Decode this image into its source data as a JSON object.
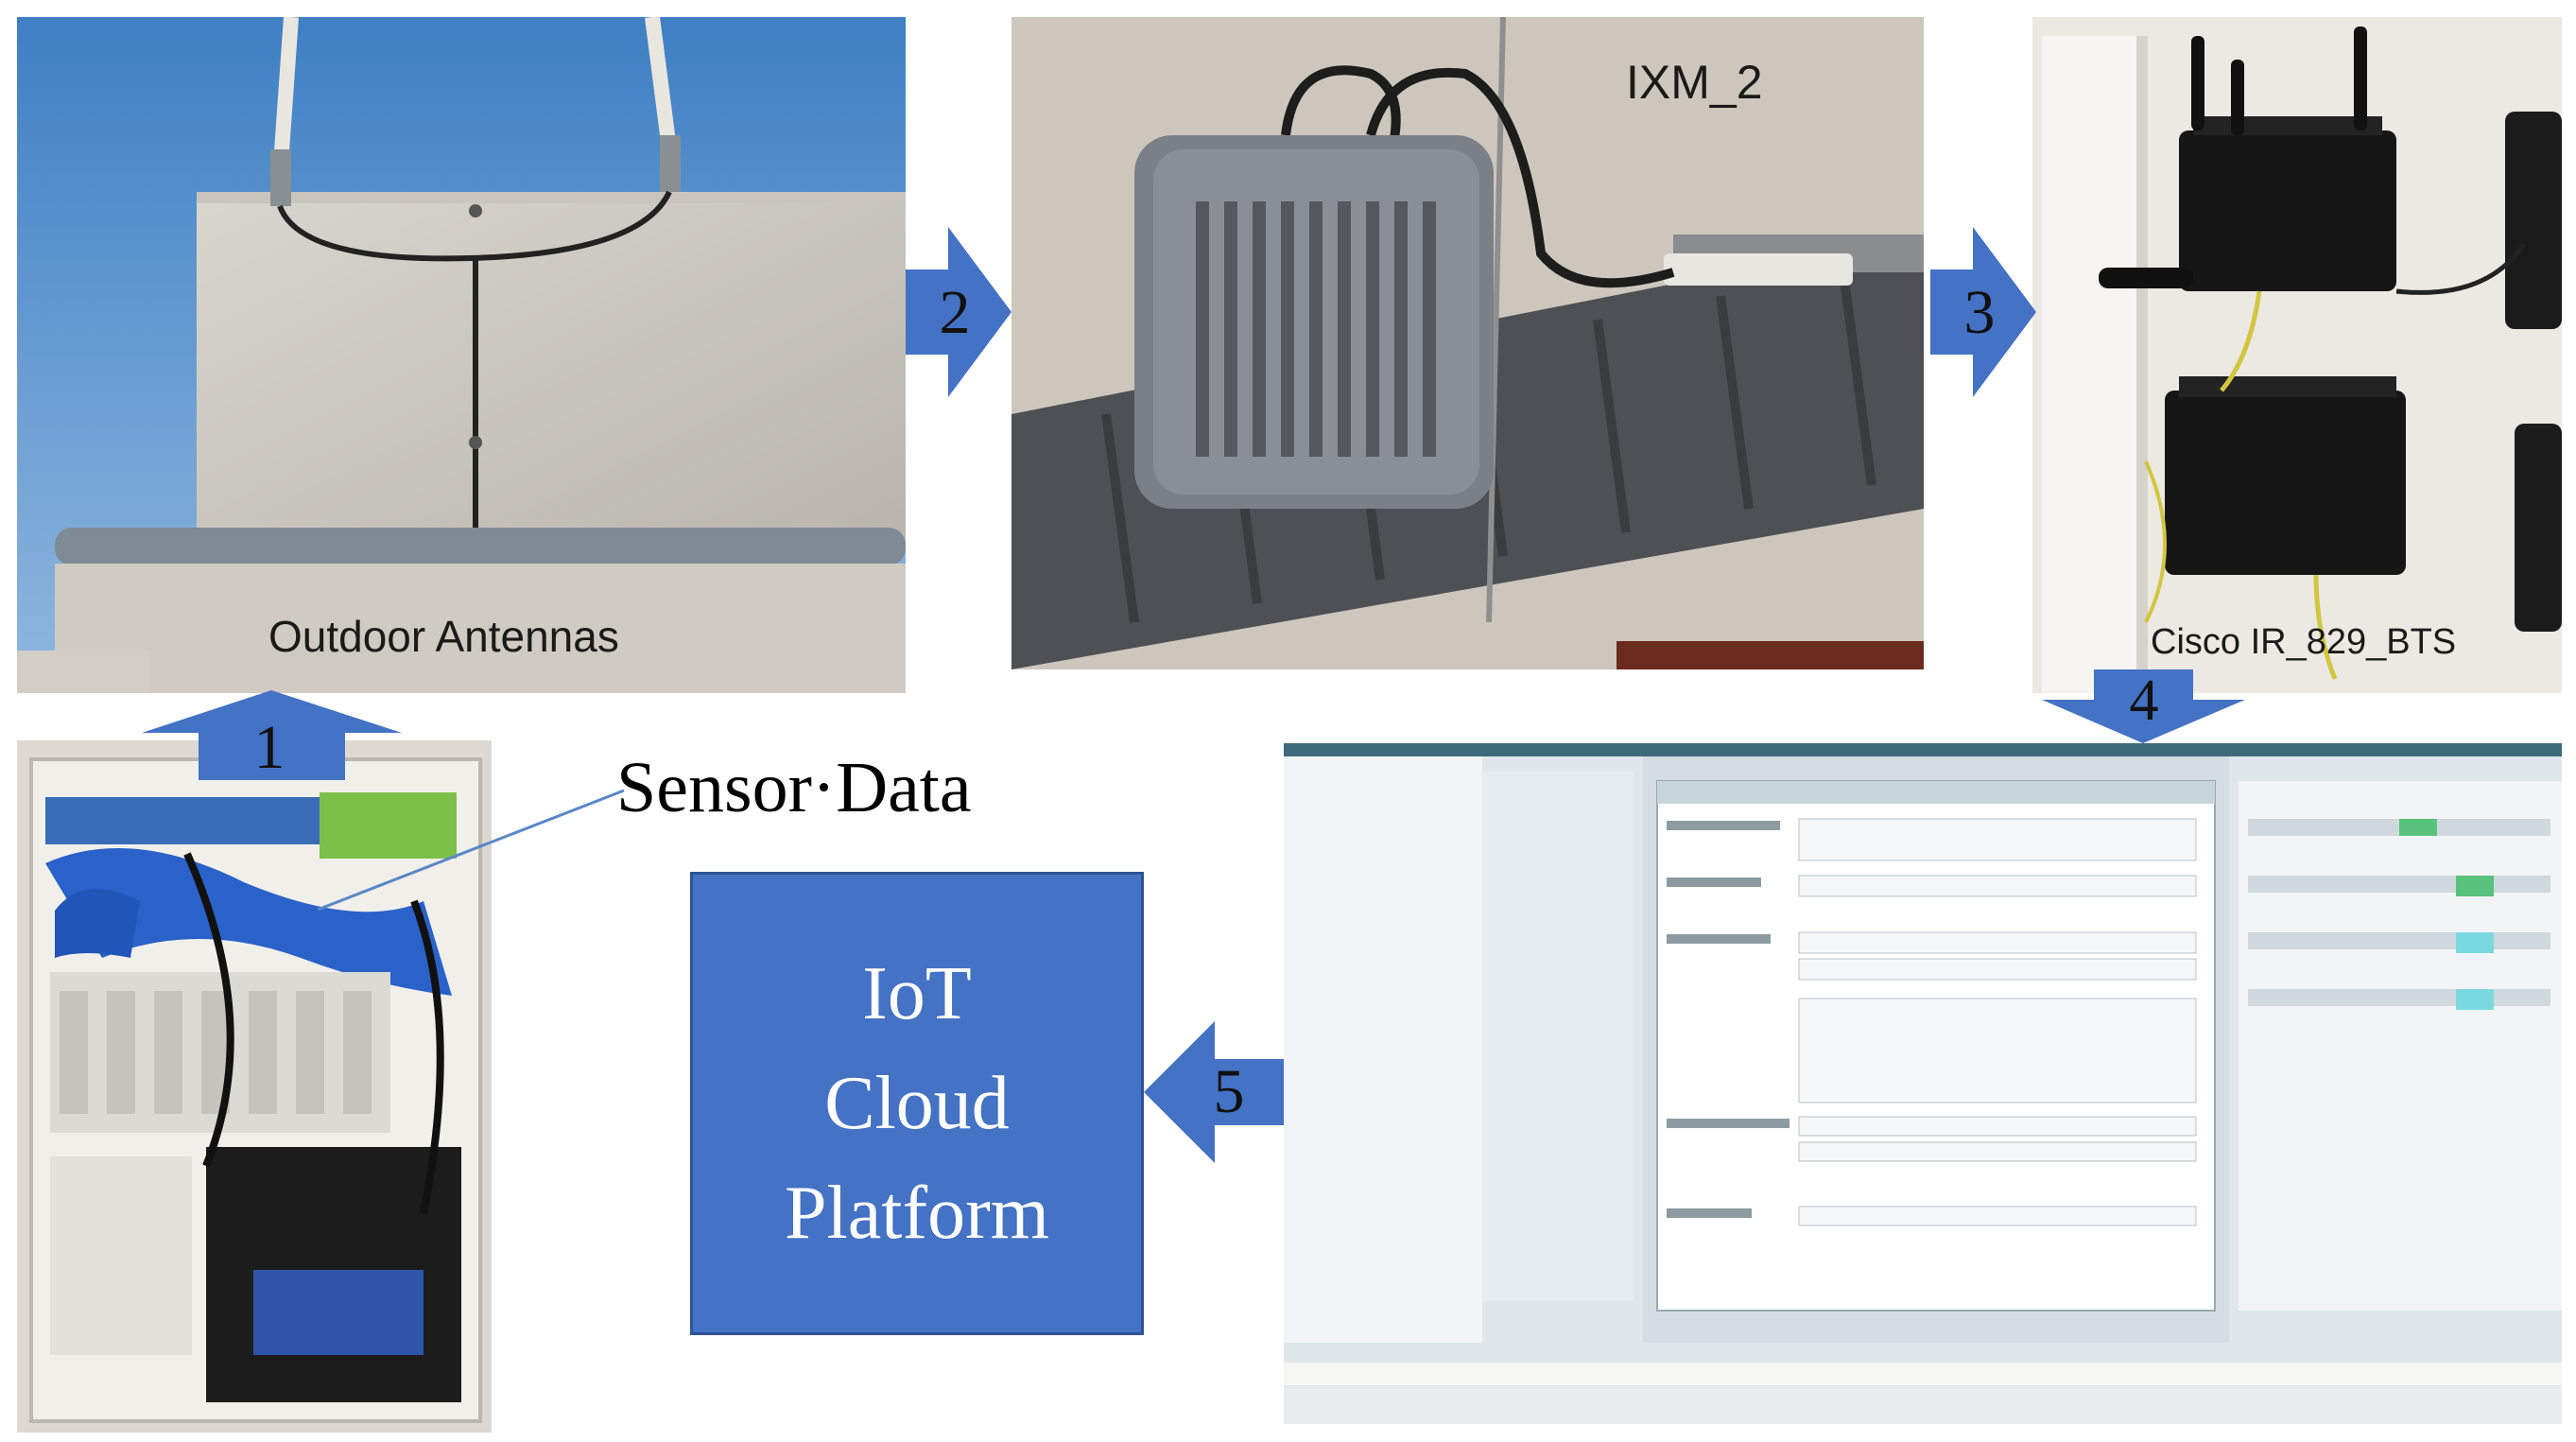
{
  "panels": {
    "outdoor": {
      "label": "Outdoor Antennas"
    },
    "ixm": {
      "label": "IXM_2"
    },
    "cisco": {
      "label": "Cisco IR_829_BTS"
    }
  },
  "annotation": {
    "sensor_data": "Sensor·Data"
  },
  "cloud": {
    "lines": [
      "IoT",
      "Cloud",
      "Platform"
    ]
  },
  "steps": [
    "1",
    "2",
    "3",
    "4",
    "5"
  ],
  "colors": {
    "arrow_fill": "#4472c4",
    "cloud_fill": "#4472c4",
    "sky": "#4f88c6"
  }
}
